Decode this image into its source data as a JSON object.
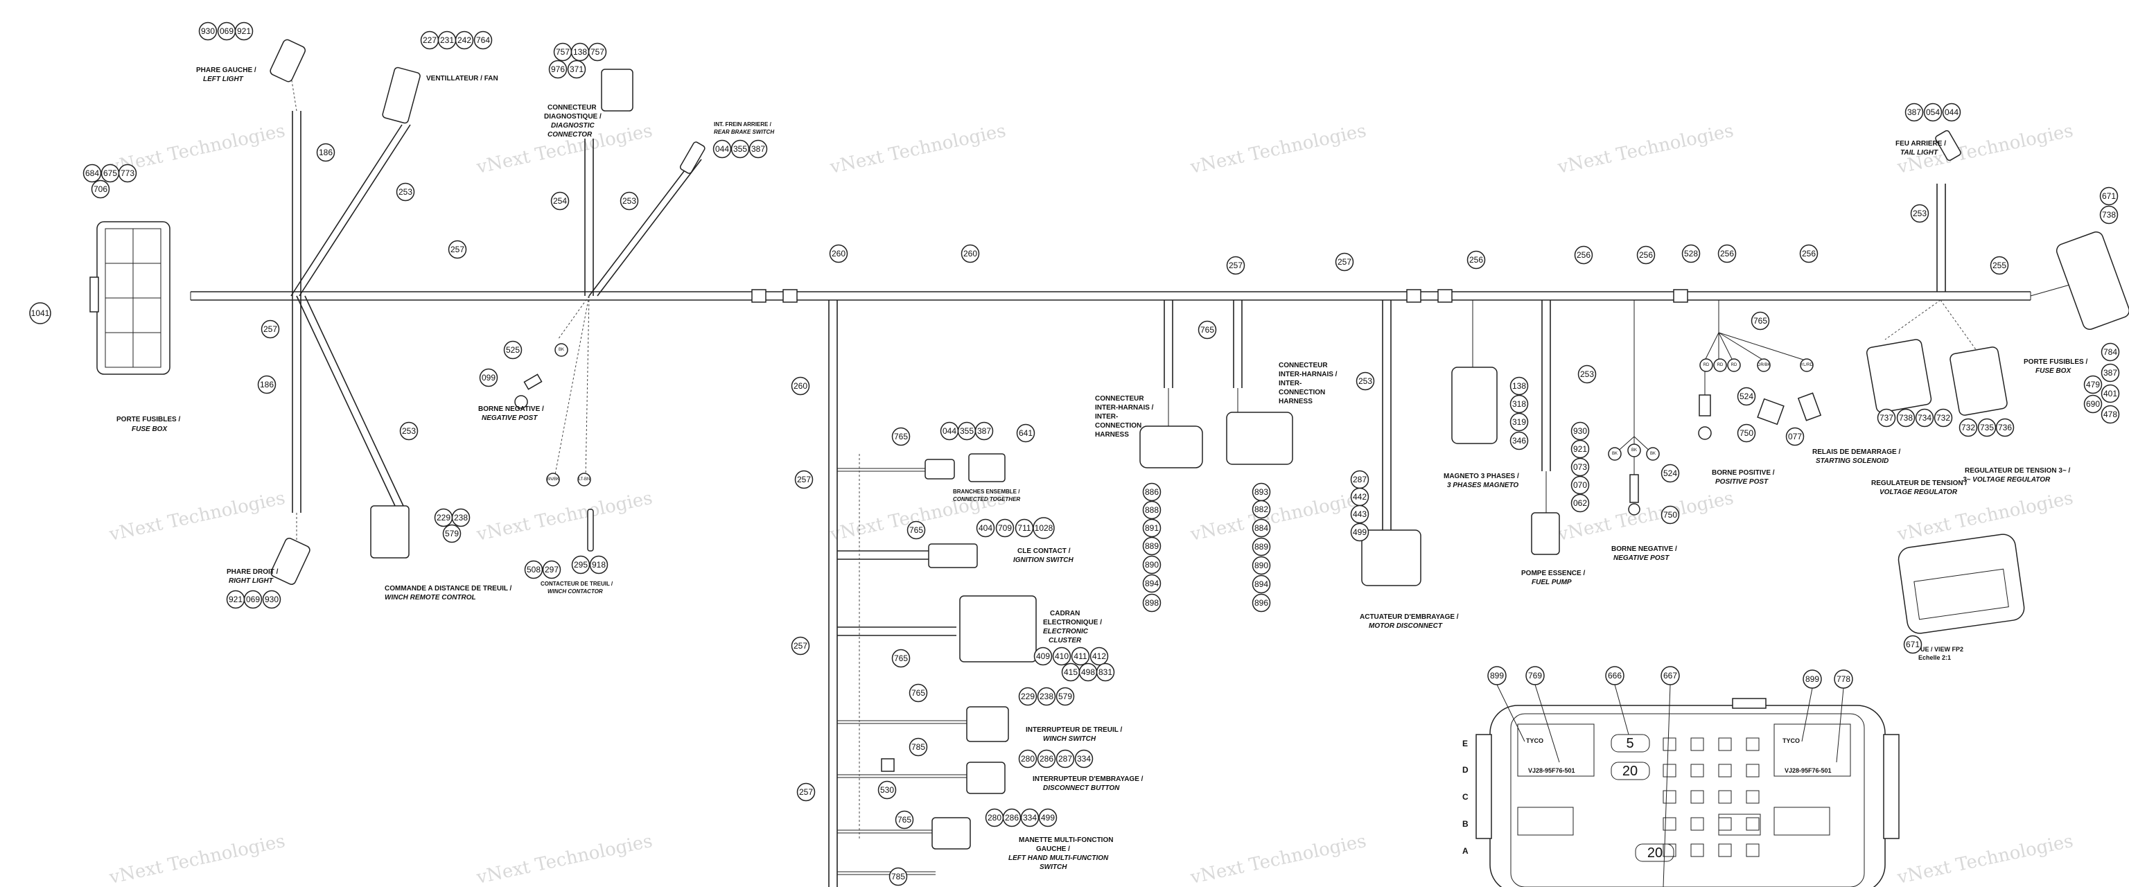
{
  "watermark": "vNext Technologies",
  "components": {
    "fuse_box": [
      "PORTE FUSIBLES /",
      "FUSE BOX"
    ],
    "left_light": [
      "PHARE GAUCHE /",
      "LEFT LIGHT"
    ],
    "fan": [
      "VENTILLATEUR / FAN"
    ],
    "diag": [
      "CONNECTEUR",
      "DIAGNOSTIQUE /",
      "DIAGNOSTIC",
      "CONNECTOR"
    ],
    "rear_brake": [
      "INT. FREIN ARRIERE /",
      "REAR BRAKE SWITCH"
    ],
    "neg_post_1": [
      "BORNE NEGATIVE /",
      "NEGATIVE POST"
    ],
    "right_light": [
      "PHARE DROIT /",
      "RIGHT LIGHT"
    ],
    "winch_remote": [
      "COMMANDE A DISTANCE DE TREUIL /",
      "WINCH REMOTE CONTROL"
    ],
    "winch_contactor": [
      "CONTACTEUR DE TREUIL /",
      "WINCH CONTACTOR"
    ],
    "connected_together": [
      "BRANCHES ENSEMBLE /",
      "CONNECTED TOGETHER"
    ],
    "ignition": [
      "CLE CONTACT /",
      "IGNITION SWITCH"
    ],
    "cluster": [
      "CADRAN",
      "ELECTRONIQUE /",
      "ELECTRONIC",
      "CLUSTER"
    ],
    "winch_switch": [
      "INTERRUPTEUR DE TREUIL /",
      "WINCH SWITCH"
    ],
    "disconnect_btn": [
      "INTERRUPTEUR D'EMBRAYAGE /",
      "DISCONNECT BUTTON"
    ],
    "multi_func": [
      "MANETTE MULTI-FONCTION",
      "GAUCHE /",
      "LEFT HAND MULTI-FUNCTION",
      "SWITCH"
    ],
    "inter_harness_1": [
      "CONNECTEUR",
      "INTER-HARNAIS /",
      "INTER-",
      "CONNECTION",
      "HARNESS"
    ],
    "inter_harness_2": [
      "CONNECTEUR",
      "INTER-HARNAIS /",
      "INTER-",
      "CONNECTION",
      "HARNESS"
    ],
    "motor_disconnect": [
      "ACTUATEUR D'EMBRAYAGE /",
      "MOTOR DISCONNECT"
    ],
    "magneto": [
      "MAGNETO 3 PHASES /",
      "3 PHASES MAGNETO"
    ],
    "fuel_pump": [
      "POMPE ESSENCE /",
      "FUEL PUMP"
    ],
    "neg_post_2": [
      "BORNE NEGATIVE /",
      "NEGATIVE POST"
    ],
    "pos_post": [
      "BORNE POSITIVE /",
      "POSITIVE POST"
    ],
    "starter": [
      "RELAIS DE DEMARRAGE /",
      "STARTING SOLENOID"
    ],
    "tail_light": [
      "FEU ARRIERE /",
      "TAIL LIGHT"
    ],
    "fuse_box_2": [
      "PORTE FUSIBLES /",
      "FUSE BOX"
    ],
    "voltage_reg": [
      "REGULATEUR DE TENSION /",
      "VOLTAGE REGULATOR"
    ],
    "voltage_reg_3": [
      "REGULATEUR DE TENSION 3~ /",
      "3~ VOLTAGE REGULATOR"
    ],
    "view_note": [
      "VUE / VIEW FP2",
      "Echelle 2:1"
    ]
  },
  "detail": {
    "rows": [
      "E",
      "D",
      "C",
      "B",
      "A"
    ],
    "tyco_left": "TYCO",
    "tyco_right": "TYCO",
    "part_left": "VJ28-95F76-501",
    "part_right": "VJ28-95F76-501",
    "callouts": [
      "899",
      "769",
      "666",
      "667",
      "899",
      "778"
    ],
    "box_5": "5",
    "box_20a": "20",
    "box_20b": "20"
  },
  "colors": {
    "line": "#222222",
    "watermark": "#bfbfbf"
  }
}
